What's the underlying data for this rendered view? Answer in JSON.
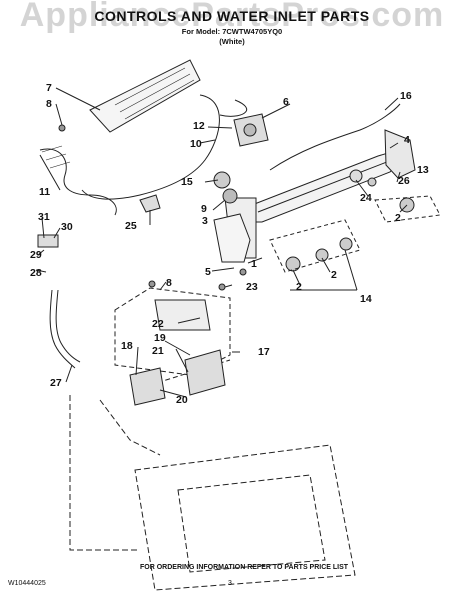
{
  "watermark": "AppliancePartsPros.com",
  "title": "CONTROLS AND WATER INLET PARTS",
  "model_line": "For Model: 7CWTW4705YQ0",
  "color_line": "(White)",
  "doc_number": "W10444025",
  "page_number": "3",
  "footer_note": "FOR ORDERING INFORMATION REFER TO PARTS PRICE LIST",
  "callouts": [
    "7",
    "8",
    "6",
    "16",
    "12",
    "4",
    "10",
    "15",
    "13",
    "11",
    "26",
    "9",
    "24",
    "2",
    "25",
    "3",
    "31",
    "30",
    "29",
    "28",
    "1",
    "5",
    "2",
    "2",
    "14",
    "8",
    "23",
    "22",
    "17",
    "19",
    "18",
    "21",
    "20",
    "27"
  ],
  "colors": {
    "line": "#222222",
    "watermark": "#a0a0a0"
  }
}
